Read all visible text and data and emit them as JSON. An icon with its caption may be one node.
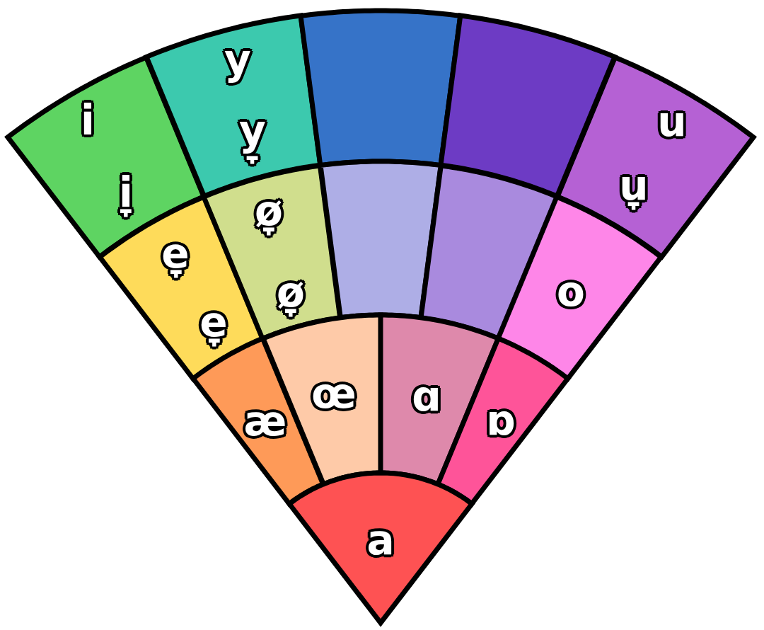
{
  "diagram": {
    "nodes": [
      {
        "text": [
          "i",
          "i̞"
        ]
      },
      {
        "text": [
          "y",
          "y̞"
        ]
      },
      {
        "text": [],
        "shape": "sector"
      },
      {
        "text": [],
        "shape": "sector"
      },
      {
        "text": [
          "u",
          "u̞"
        ]
      },
      {
        "text": [
          "e̞",
          "e̞"
        ]
      },
      {
        "text": [
          "ø̞",
          "ø̞"
        ]
      },
      {
        "text": [],
        "shape": "sector"
      },
      {
        "text": [],
        "shape": "sector"
      },
      {
        "text": [
          "o"
        ]
      },
      {
        "text": [
          "æ"
        ]
      },
      {
        "text": [
          "œ"
        ]
      },
      {
        "text": [
          "ɑ"
        ]
      },
      {
        "text": [
          "ɒ"
        ]
      },
      {
        "text": [
          "a"
        ]
      }
    ]
  }
}
